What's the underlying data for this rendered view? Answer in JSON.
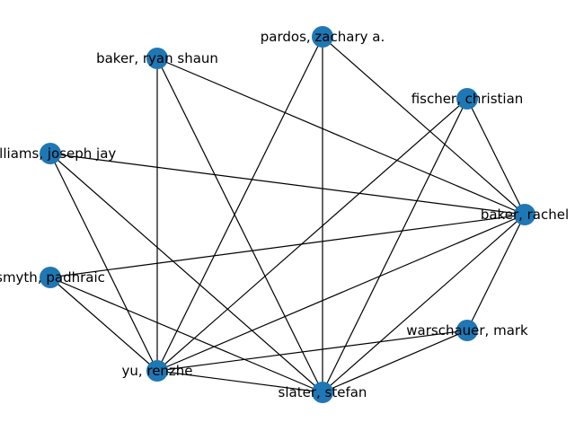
{
  "graph": {
    "node_color": "#1f77b4",
    "edge_color": "#000000",
    "nodes": [
      {
        "id": "pardos",
        "label": "pardos, zachary a."
      },
      {
        "id": "baker_ryan",
        "label": "baker, ryan shaun"
      },
      {
        "id": "fischer",
        "label": "fischer, christian"
      },
      {
        "id": "williams",
        "label": "williams, joseph jay"
      },
      {
        "id": "baker_rachel",
        "label": "baker, rachel"
      },
      {
        "id": "smyth",
        "label": "smyth, padhraic"
      },
      {
        "id": "warschauer",
        "label": "warschauer, mark"
      },
      {
        "id": "yu",
        "label": "yu, renzhe"
      },
      {
        "id": "slater",
        "label": "slater, stefan"
      }
    ],
    "edges": [
      [
        "pardos",
        "yu"
      ],
      [
        "pardos",
        "slater"
      ],
      [
        "pardos",
        "baker_rachel"
      ],
      [
        "baker_ryan",
        "yu"
      ],
      [
        "baker_ryan",
        "slater"
      ],
      [
        "baker_ryan",
        "baker_rachel"
      ],
      [
        "fischer",
        "yu"
      ],
      [
        "fischer",
        "slater"
      ],
      [
        "fischer",
        "baker_rachel"
      ],
      [
        "williams",
        "yu"
      ],
      [
        "williams",
        "slater"
      ],
      [
        "williams",
        "baker_rachel"
      ],
      [
        "smyth",
        "yu"
      ],
      [
        "smyth",
        "slater"
      ],
      [
        "smyth",
        "baker_rachel"
      ],
      [
        "warschauer",
        "yu"
      ],
      [
        "warschauer",
        "slater"
      ],
      [
        "warschauer",
        "baker_rachel"
      ],
      [
        "yu",
        "slater"
      ],
      [
        "yu",
        "baker_rachel"
      ],
      [
        "slater",
        "baker_rachel"
      ]
    ]
  }
}
